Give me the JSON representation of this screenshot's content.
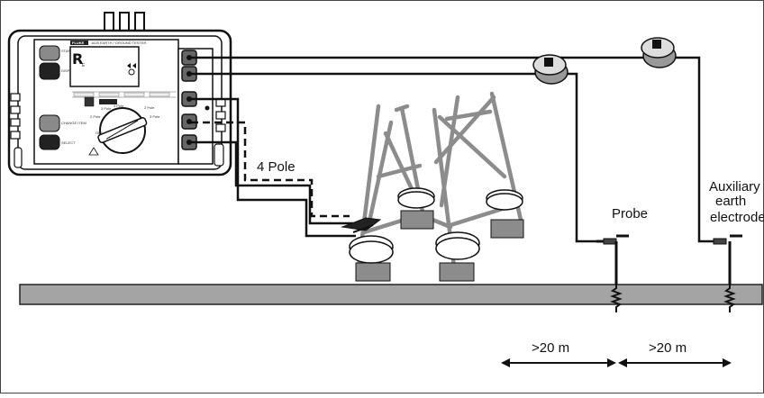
{
  "labels": {
    "four_pole": "4 Pole",
    "probe": "Probe",
    "aux_line1": "Auxiliary",
    "aux_line2": "earth",
    "aux_line3": "electrode",
    "dist_left": ">20 m",
    "dist_right": ">20 m"
  },
  "tester": {
    "brand": "FLUKE",
    "model": "1625 EARTH / GROUND TESTER",
    "screen_text": "R",
    "screen_sub": "E",
    "switch_positions": [
      "OFF",
      "2 Pole",
      "3 Pole",
      "4 Pole",
      "2 Pole",
      "3 Pole"
    ],
    "side_labels": [
      "START TEST",
      "DISPLAY MENU",
      "CHANGE ITEM",
      "SELECT"
    ]
  }
}
